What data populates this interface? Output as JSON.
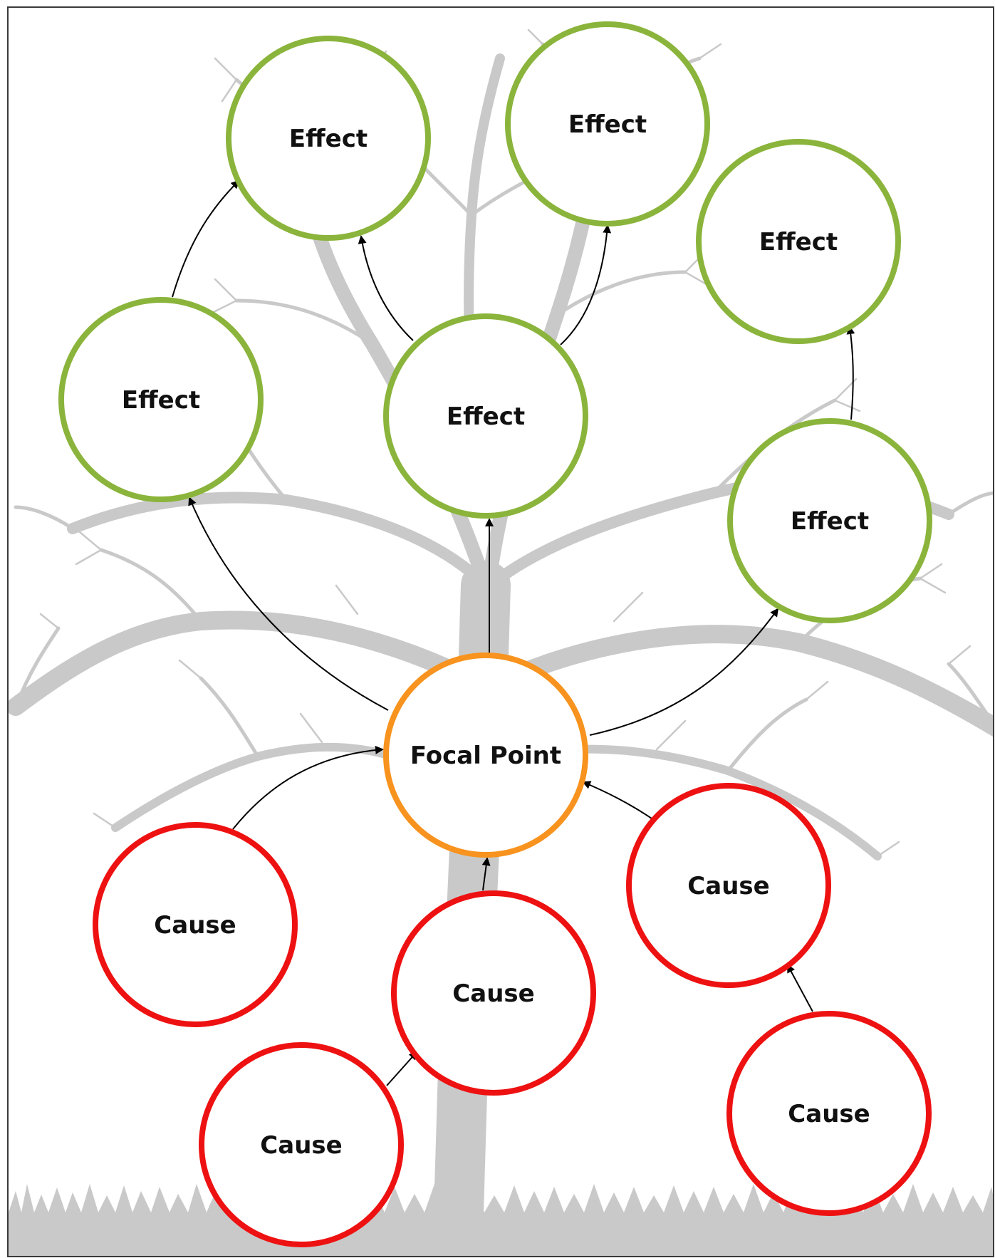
{
  "diagram": {
    "colors": {
      "effect": "#8ab43b",
      "focal": "#f7931e",
      "cause": "#ee1111",
      "arrow": "#000000",
      "tree": "#c9c9c9"
    },
    "nodes": [
      {
        "id": "e1",
        "type": "effect",
        "label": "Effect"
      },
      {
        "id": "e2",
        "type": "effect",
        "label": "Effect"
      },
      {
        "id": "e3",
        "type": "effect",
        "label": "Effect"
      },
      {
        "id": "e4",
        "type": "effect",
        "label": "Effect"
      },
      {
        "id": "e5",
        "type": "effect",
        "label": "Effect"
      },
      {
        "id": "e6",
        "type": "effect",
        "label": "Effect"
      },
      {
        "id": "focal",
        "type": "focal",
        "label": "Focal Point"
      },
      {
        "id": "c1",
        "type": "cause",
        "label": "Cause"
      },
      {
        "id": "c2",
        "type": "cause",
        "label": "Cause"
      },
      {
        "id": "c3",
        "type": "cause",
        "label": "Cause"
      },
      {
        "id": "c4",
        "type": "cause",
        "label": "Cause"
      },
      {
        "id": "c5",
        "type": "cause",
        "label": "Cause"
      }
    ],
    "edges": [
      {
        "from": "e4",
        "to": "e1"
      },
      {
        "from": "e5",
        "to": "e1"
      },
      {
        "from": "e5",
        "to": "e2"
      },
      {
        "from": "e6",
        "to": "e3"
      },
      {
        "from": "focal",
        "to": "e4"
      },
      {
        "from": "focal",
        "to": "e5"
      },
      {
        "from": "focal",
        "to": "e6"
      },
      {
        "from": "c1",
        "to": "focal"
      },
      {
        "from": "c2",
        "to": "focal"
      },
      {
        "from": "c3",
        "to": "focal"
      },
      {
        "from": "c4",
        "to": "c2"
      },
      {
        "from": "c5",
        "to": "c3"
      }
    ]
  }
}
